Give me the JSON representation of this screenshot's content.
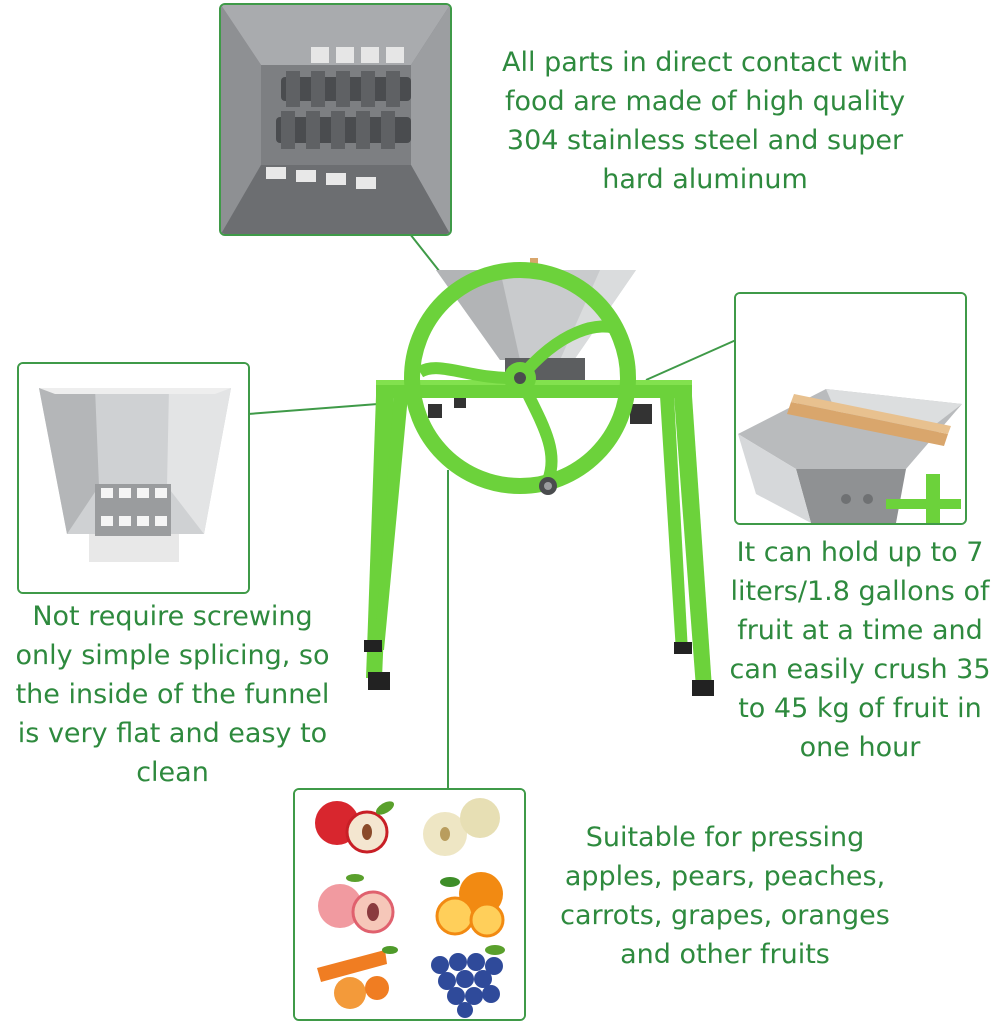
{
  "captions": {
    "materials": "All parts in direct contact with\nfood are made of high quality\n304 stainless steel and super\nhard aluminum",
    "funnel": "Not require screwing\nonly simple splicing, so\nthe inside of the funnel\nis very flat and easy to\nclean",
    "capacity": "It can hold up to 7\nliters/1.8 gallons of\nfruit at a time and\ncan easily crush 35\nto 45 kg of fruit in\none hour",
    "fruits": "Suitable for pressing\napples, pears, peaches,\ncarrots, grapes, oranges\nand other fruits"
  },
  "colors": {
    "text_green": "#2e8a3e",
    "frame_green": "#6cd23b",
    "steel": "#c9cbcd"
  },
  "images": {
    "rollers": "crusher-rollers-closeup",
    "funnel": "stainless-funnel",
    "hopper": "hopper-with-wooden-bar",
    "fruits": [
      "apple",
      "pear",
      "peach",
      "orange",
      "carrot",
      "grapes"
    ]
  }
}
